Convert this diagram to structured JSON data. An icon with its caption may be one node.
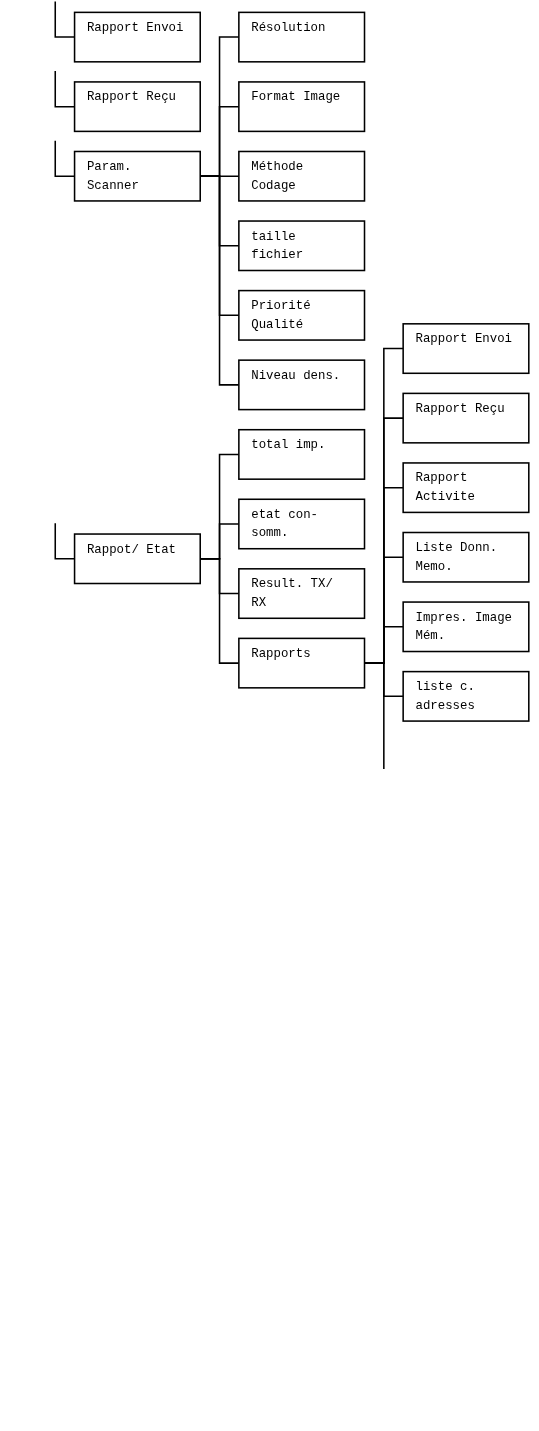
{
  "diagram": {
    "nodes": [
      {
        "text": [
          "Rapport Envoi"
        ]
      },
      {
        "text": [
          "Rapport Reçu"
        ]
      },
      {
        "text": [
          "Param. Scanner"
        ]
      },
      {
        "text": [
          "Résolution"
        ]
      },
      {
        "text": [
          "Format Image"
        ]
      },
      {
        "text": [
          "Méthode Codage"
        ]
      },
      {
        "text": [
          "taille fichier"
        ]
      },
      {
        "text": [
          "Priorité Qualité"
        ]
      },
      {
        "text": [
          "Niveau dens."
        ]
      },
      {
        "text": [
          "Rappot/ Etat"
        ]
      },
      {
        "text": [
          "total imp."
        ]
      },
      {
        "text": [
          "etat con- somm."
        ]
      },
      {
        "text": [
          "Result. TX/ RX"
        ]
      },
      {
        "text": [
          "Rapports"
        ]
      },
      {
        "text": [
          "Rapport Envoi"
        ]
      },
      {
        "text": [
          "Rapport Reçu"
        ]
      },
      {
        "text": [
          "Rapport Activite"
        ]
      },
      {
        "text": [
          "Liste Donn. Memo."
        ]
      },
      {
        "text": [
          "Impres. Image Mém."
        ]
      },
      {
        "text": [
          "liste c. adresses"
        ]
      }
    ],
    "edges": [
      {
        "from": null,
        "to": 0,
        "arrow": "none"
      },
      {
        "from": null,
        "to": 1,
        "arrow": "none"
      },
      {
        "from": null,
        "to": 2,
        "arrow": "none"
      },
      {
        "from": 2,
        "to": 3,
        "arrow": "none"
      },
      {
        "from": 2,
        "to": 4,
        "arrow": "none"
      },
      {
        "from": 2,
        "to": 5,
        "arrow": "none"
      },
      {
        "from": 2,
        "to": 6,
        "arrow": "none"
      },
      {
        "from": 2,
        "to": 7,
        "arrow": "none"
      },
      {
        "from": 2,
        "to": 8,
        "arrow": "none"
      },
      {
        "from": null,
        "to": 9,
        "arrow": "none"
      },
      {
        "from": 9,
        "to": 10,
        "arrow": "none"
      },
      {
        "from": 9,
        "to": 11,
        "arrow": "none"
      },
      {
        "from": 9,
        "to": 12,
        "arrow": "none"
      },
      {
        "from": 9,
        "to": 13,
        "arrow": "none"
      },
      {
        "from": 13,
        "to": 14,
        "arrow": "none"
      },
      {
        "from": 13,
        "to": 15,
        "arrow": "none"
      },
      {
        "from": 13,
        "to": 16,
        "arrow": "none"
      },
      {
        "from": 13,
        "to": 17,
        "arrow": "none"
      },
      {
        "from": 13,
        "to": 18,
        "arrow": "none"
      },
      {
        "from": 13,
        "to": 19,
        "arrow": "none"
      },
      {
        "from": 13,
        "to": null,
        "arrow": "none"
      }
    ]
  }
}
